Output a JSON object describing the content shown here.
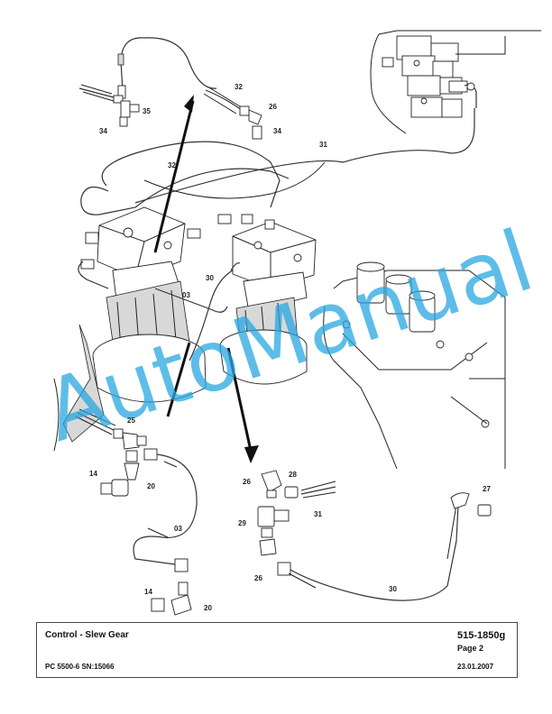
{
  "watermark": "AutoManual",
  "title_block": {
    "title": "Control - Slew Gear",
    "doc_number": "515-1850g",
    "page": "Page 2",
    "model": "PC 5500-6 SN:15066",
    "date": "23.01.2007"
  },
  "callouts": {
    "c32a": "32",
    "c35": "35",
    "c34a": "34",
    "c26a": "26",
    "c34b": "34",
    "c31a": "31",
    "c32b": "32",
    "c30a": "30",
    "c03a": "03",
    "c25": "25",
    "c14a": "14",
    "c20a": "20",
    "c03b": "03",
    "c14b": "14",
    "c20b": "20",
    "c26b": "26",
    "c28": "28",
    "c31b": "31",
    "c29": "29",
    "c26c": "26",
    "c27": "27",
    "c30b": "30"
  }
}
